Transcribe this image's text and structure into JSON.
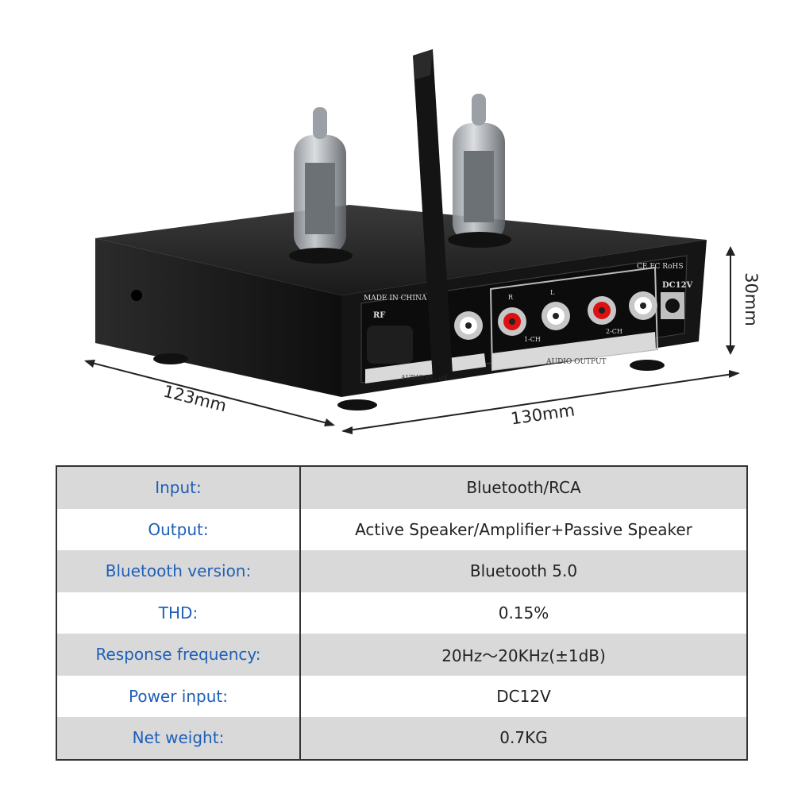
{
  "product": {
    "dimensions": {
      "depth": "123mm",
      "width": "130mm",
      "height": "30mm"
    },
    "panel_labels": {
      "made_in": "MADE IN CHINA",
      "rf": "RF",
      "audio_input": "AUDIO INPUT",
      "audio_output": "AUDIO OUTPUT",
      "ch1": "1-CH",
      "ch2": "2-CH",
      "right": "R",
      "left": "L",
      "power": "DC12V",
      "certs": "CE FC RoHS"
    }
  },
  "specs": [
    {
      "label": "Input:",
      "value": "Bluetooth/RCA"
    },
    {
      "label": "Output:",
      "value": "Active Speaker/Amplifier+Passive Speaker"
    },
    {
      "label": "Bluetooth version:",
      "value": "Bluetooth 5.0"
    },
    {
      "label": "THD:",
      "value": "0.15%"
    },
    {
      "label": "Response frequency:",
      "value": "20Hz～20KHz(±1dB)"
    },
    {
      "label": "Power input:",
      "value": "DC12V"
    },
    {
      "label": "Net weight:",
      "value": "0.7KG"
    }
  ]
}
